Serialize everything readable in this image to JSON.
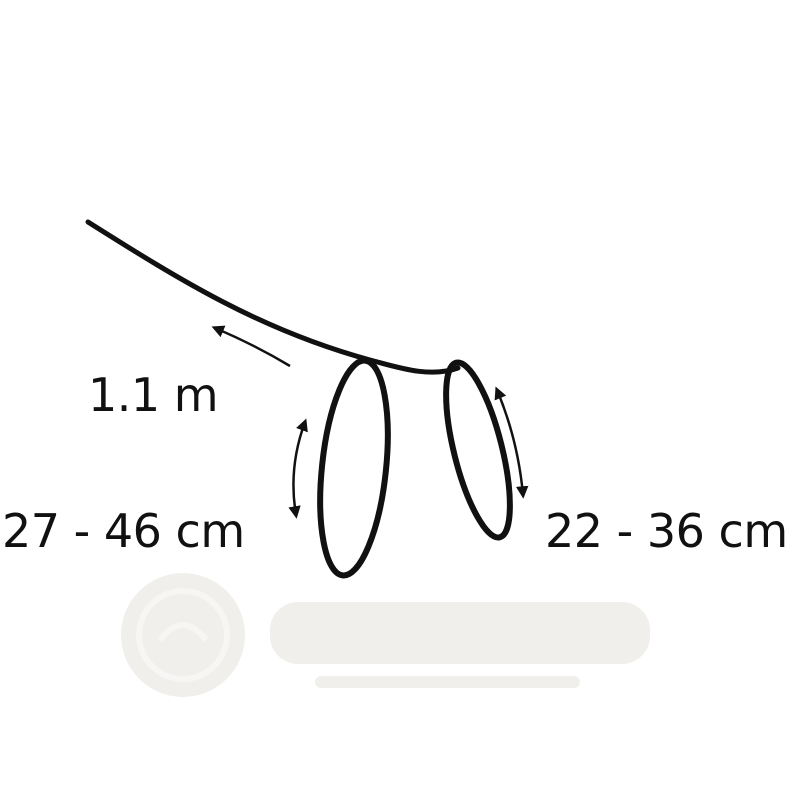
{
  "labels": {
    "leash_length": "1.1 m",
    "neck_loop_range": "27 - 46 cm",
    "chest_loop_range": "22 - 36 cm"
  },
  "colors": {
    "line": "#111111",
    "background": "#ffffff",
    "watermark": "#f1efec"
  },
  "icons": {
    "leash_arrow": "curved-arrow-left",
    "neck_arrow": "double-arrow",
    "chest_arrow": "double-arrow",
    "watermark": "shop-logo"
  }
}
